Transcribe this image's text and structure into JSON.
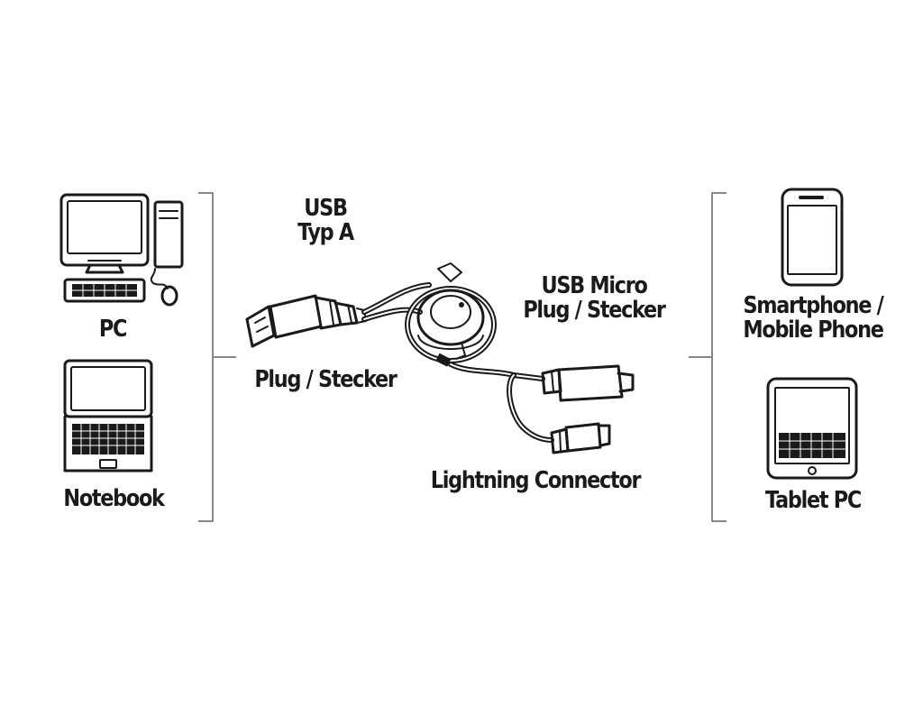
{
  "left_devices": {
    "pc": {
      "label": "PC",
      "icon": "desktop-pc-icon"
    },
    "notebook": {
      "label": "Notebook",
      "icon": "notebook-icon"
    }
  },
  "cable": {
    "usb_a": {
      "line1": "USB",
      "line2": "Typ A",
      "plug_label": "Plug / Stecker"
    },
    "micro": {
      "line1": "USB Micro",
      "line2": "Plug / Stecker"
    },
    "lightning": {
      "label": "Lightning Connector"
    }
  },
  "right_devices": {
    "smartphone": {
      "line1": "Smartphone /",
      "line2": "Mobile Phone",
      "icon": "smartphone-icon"
    },
    "tablet": {
      "label": "Tablet PC",
      "icon": "tablet-icon"
    }
  },
  "colors": {
    "stroke": "#1a1a1a",
    "bracket": "#888888",
    "background": "#ffffff"
  }
}
